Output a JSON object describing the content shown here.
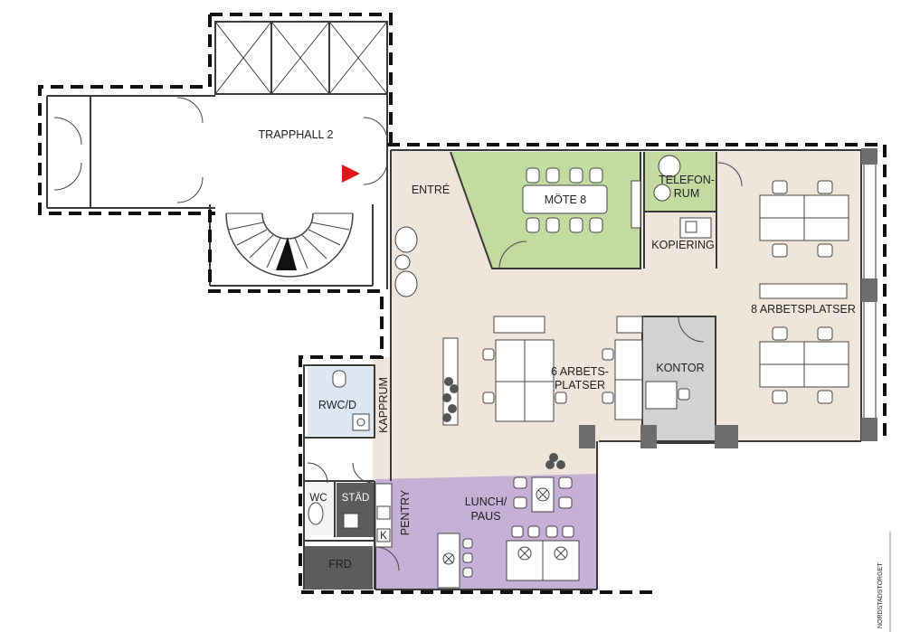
{
  "plan": {
    "rooms": {
      "trapphall": "TRAPPHALL 2",
      "entre": "ENTRÉ",
      "mote": "MÖTE 8",
      "telefon_1": "TELEFON-",
      "telefon_2": "RUM",
      "kopiering": "KOPIERING",
      "arbetsplatser_8": "8 ARBETSPLATSER",
      "arbetsplatser_6_1": "6 ARBETS-",
      "arbetsplatser_6_2": "PLATSER",
      "kontor": "KONTOR",
      "rwc": "RWC/D",
      "kapprum": "KAPPRUM",
      "wc": "WC",
      "stad": "STÄD",
      "pentry": "PENTRY",
      "lunch_1": "LUNCH/",
      "lunch_2": "PAUS",
      "frd": "FRD",
      "k_marker": "K"
    },
    "street": "NORDSTADSTORGET",
    "colors": {
      "floor": "#efe5da",
      "meeting": "#c3dba0",
      "phone": "#c3dba0",
      "office": "#d2d2d2",
      "lunch": "#c6b0d6",
      "rwc": "#dde6f3",
      "dark_rooms": "#5c5c5c",
      "entry_marker": "#e3151a",
      "walls": "#3a3a3a",
      "dashed_border": "#111111"
    }
  }
}
